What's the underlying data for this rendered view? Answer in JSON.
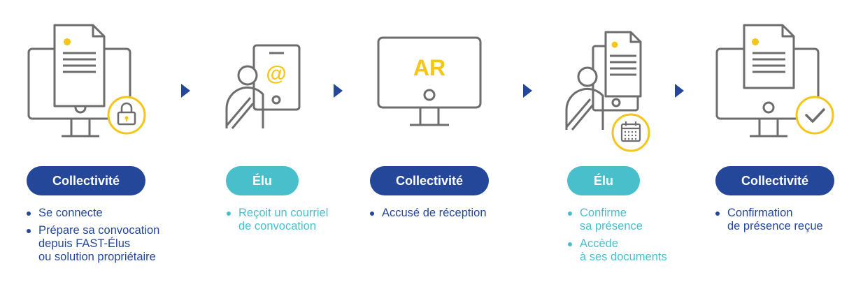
{
  "colors": {
    "dark_blue": "#24479a",
    "teal": "#49bfcb",
    "yellow": "#f5c518",
    "gray": "#6d6d6d"
  },
  "steps": [
    {
      "actor": "Collectivité",
      "icon": "monitor-document-lock-icon",
      "items": [
        "Se connecte",
        "Prépare sa convocation\ndepuis FAST-Élus\nou solution propriétaire"
      ]
    },
    {
      "actor": "Élu",
      "icon": "person-tablet-email-icon",
      "items": [
        "Reçoit un courriel\nde convocation"
      ]
    },
    {
      "actor": "Collectivité",
      "icon": "monitor-ar-icon",
      "ar_label": "AR",
      "items": [
        "Accusé de réception"
      ]
    },
    {
      "actor": "Élu",
      "icon": "person-document-calendar-icon",
      "items": [
        "Confirme\nsa présence",
        "Accède\nà ses documents"
      ]
    },
    {
      "actor": "Collectivité",
      "icon": "monitor-document-check-icon",
      "items": [
        "Confirmation\nde présence reçue"
      ]
    }
  ]
}
